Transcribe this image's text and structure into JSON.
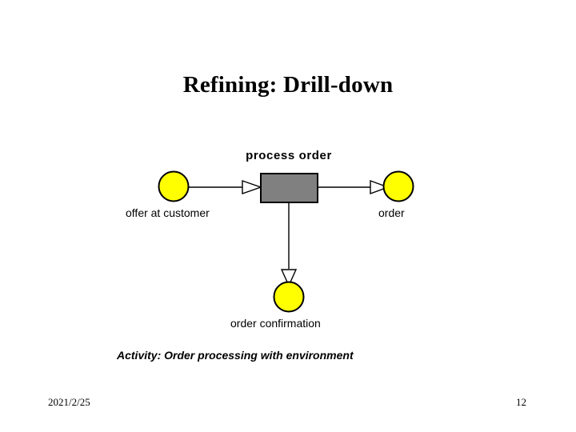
{
  "slide": {
    "title": "Refining: Drill-down",
    "background_color": "#ffffff"
  },
  "diagram": {
    "type": "activity-drill-down",
    "caption": "Activity: Order processing with environment",
    "activity": {
      "label": "process order",
      "shape": "rectangle",
      "fill_color": "#808080",
      "stroke_color": "#000000"
    },
    "nodes": [
      {
        "id": "offer-at-customer",
        "label": "offer at customer",
        "shape": "circle",
        "fill_color": "#ffff00",
        "stroke_color": "#000000",
        "role": "input"
      },
      {
        "id": "order",
        "label": "order",
        "shape": "circle",
        "fill_color": "#ffff00",
        "stroke_color": "#000000",
        "role": "output"
      },
      {
        "id": "order-confirmation",
        "label": "order confirmation",
        "shape": "circle",
        "fill_color": "#ffff00",
        "stroke_color": "#000000",
        "role": "output"
      }
    ],
    "edges": [
      {
        "from": "offer-at-customer",
        "to": "process order",
        "arrow": "hollow-triangle",
        "direction": "right"
      },
      {
        "from": "process order",
        "to": "order",
        "arrow": "hollow-triangle",
        "direction": "right"
      },
      {
        "from": "process order",
        "to": "order-confirmation",
        "arrow": "hollow-triangle",
        "direction": "down"
      }
    ]
  },
  "footer": {
    "date": "2021/2/25",
    "page_number": "12"
  }
}
